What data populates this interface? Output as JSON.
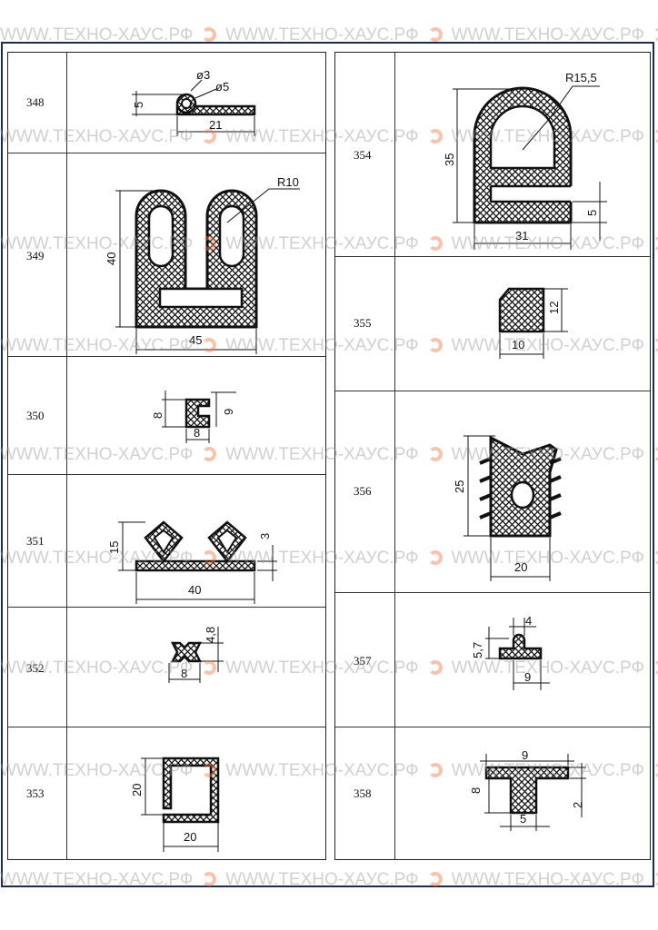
{
  "watermark": "WWW.ТЕХНО-ХАУС.РФ",
  "left_column": [
    {
      "number": "348",
      "dims": {
        "d1": "ø3",
        "d2": "ø5",
        "h": "5",
        "w": "21"
      }
    },
    {
      "number": "349",
      "dims": {
        "r": "R10",
        "h": "40",
        "w": "45"
      }
    },
    {
      "number": "350",
      "dims": {
        "h1": "8",
        "h2": "9",
        "w": "8"
      }
    },
    {
      "number": "351",
      "dims": {
        "h": "15",
        "t": "3",
        "w": "40"
      }
    },
    {
      "number": "352",
      "dims": {
        "h": "4,8",
        "w": "8"
      }
    },
    {
      "number": "353",
      "dims": {
        "h": "20",
        "w": "20"
      }
    }
  ],
  "right_column": [
    {
      "number": "354",
      "dims": {
        "r": "R15,5",
        "h": "35",
        "w": "31",
        "s": "5"
      }
    },
    {
      "number": "355",
      "dims": {
        "h": "12",
        "w": "10"
      }
    },
    {
      "number": "356",
      "dims": {
        "h": "25",
        "w": "20"
      }
    },
    {
      "number": "357",
      "dims": {
        "t": "4",
        "h": "5,7",
        "w": "9"
      }
    },
    {
      "number": "358",
      "dims": {
        "w": "9",
        "h": "8",
        "s": "2",
        "b": "5"
      }
    }
  ]
}
